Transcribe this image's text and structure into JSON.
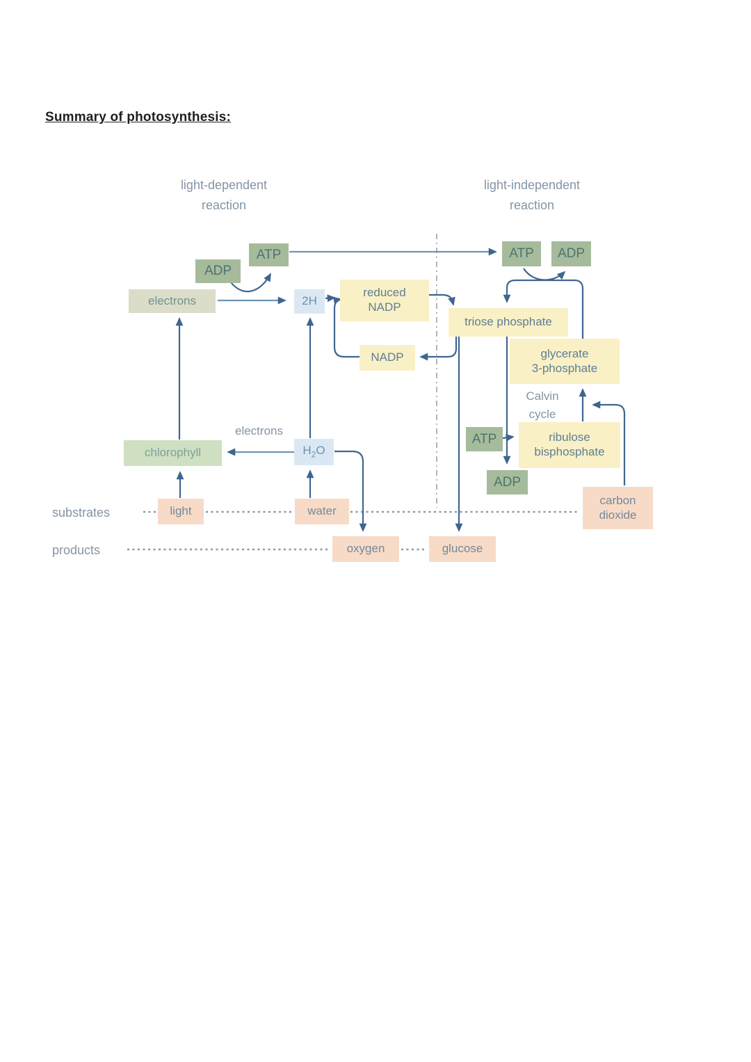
{
  "page": {
    "title": "Summary of photosynthesis:"
  },
  "diagram": {
    "section_titles": {
      "light_dependent": "light-dependent\nreaction",
      "light_independent": "light-independent\nreaction"
    },
    "row_labels": {
      "substrates": "substrates",
      "products": "products"
    },
    "flow_labels": {
      "electrons": "electrons",
      "calvin_cycle": "Calvin\ncycle"
    },
    "nodes": {
      "atp_left": "ATP",
      "adp_left": "ADP",
      "electrons": "electrons",
      "two_h": "2H",
      "reduced_nadp": "reduced\nNADP",
      "nadp": "NADP",
      "atp_right": "ATP",
      "adp_right": "ADP",
      "triose_phosphate": "triose phosphate",
      "glycerate_3_phosphate": "glycerate\n3-phosphate",
      "ribulose_bisphosphate": "ribulose\nbisphosphate",
      "atp_calvin": "ATP",
      "adp_calvin": "ADP",
      "carbon_dioxide": "carbon\ndioxide",
      "chlorophyll": "chlorophyll",
      "h2o": {
        "pre": "H",
        "sub": "2",
        "post": "O"
      },
      "light": "light",
      "water": "water",
      "oxygen": "oxygen",
      "glucose": "glucose"
    },
    "colors": {
      "green_box": "#a5bb9c",
      "green_box_text": "#4e746d",
      "sage_box": "#dcddc8",
      "sage_box_text": "#6f9292",
      "pale_green_box": "#cfe0c2",
      "pale_green_box_text": "#7fa09b",
      "blue_box": "#dbe8f4",
      "blue_box_text": "#6b90ad",
      "yellow_box": "#faf0c6",
      "yellow_box_text": "#5e7f93",
      "pink_box": "#f7dbc7",
      "pink_box_text": "#76899b",
      "label_text": "#8494a4",
      "arrow": "#3f6590",
      "arrow_light": "#6e94b6",
      "dash": "#8b98a4",
      "divider": "#98a4ad"
    }
  }
}
